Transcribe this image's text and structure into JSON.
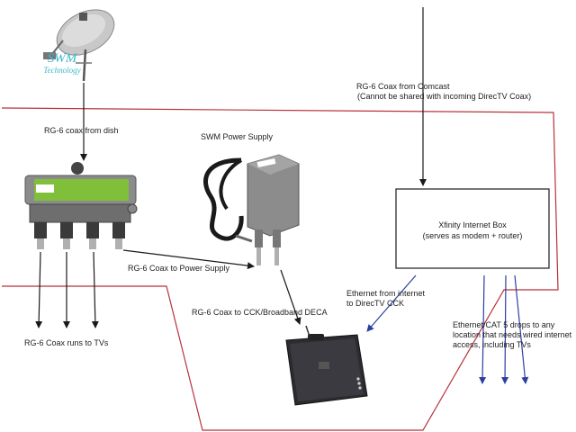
{
  "colors": {
    "background": "#ffffff",
    "boundary": "#b8323c",
    "black_arrow": "#1a1a1a",
    "blue_arrow": "#2b3fa0",
    "logo": "#3fb8c9"
  },
  "logo": {
    "title": "SWM",
    "subtitle": "Technology"
  },
  "labels": {
    "dish_coax": "RG-6 coax from dish",
    "power_supply": "SWM Power Supply",
    "comcast_line1": "RG-6 Coax from Comcast",
    "comcast_line2": "(Cannot be shared with incoming DirecTV Coax)",
    "coax_to_power": "RG-6 Coax to Power Supply",
    "coax_to_cck": "RG-6 Coax to CCK/Broadband DECA",
    "ethernet_line1": "Ethernet from internet",
    "ethernet_line2": "to DirecTV CCK",
    "tv_runs": "RG-6 Coax runs to TVs",
    "drops_line1": "Ethernet/CAT 5 drops to any",
    "drops_line2": "location that needs wired internet",
    "drops_line3": "access, including TVs"
  },
  "xfinity_box": {
    "title": "Xfinity Internet Box",
    "subtitle": "(serves as modem + router)"
  },
  "icons": [
    "satellite-dish-icon",
    "swm-splitter-icon",
    "power-supply-icon",
    "cck-deca-icon"
  ]
}
